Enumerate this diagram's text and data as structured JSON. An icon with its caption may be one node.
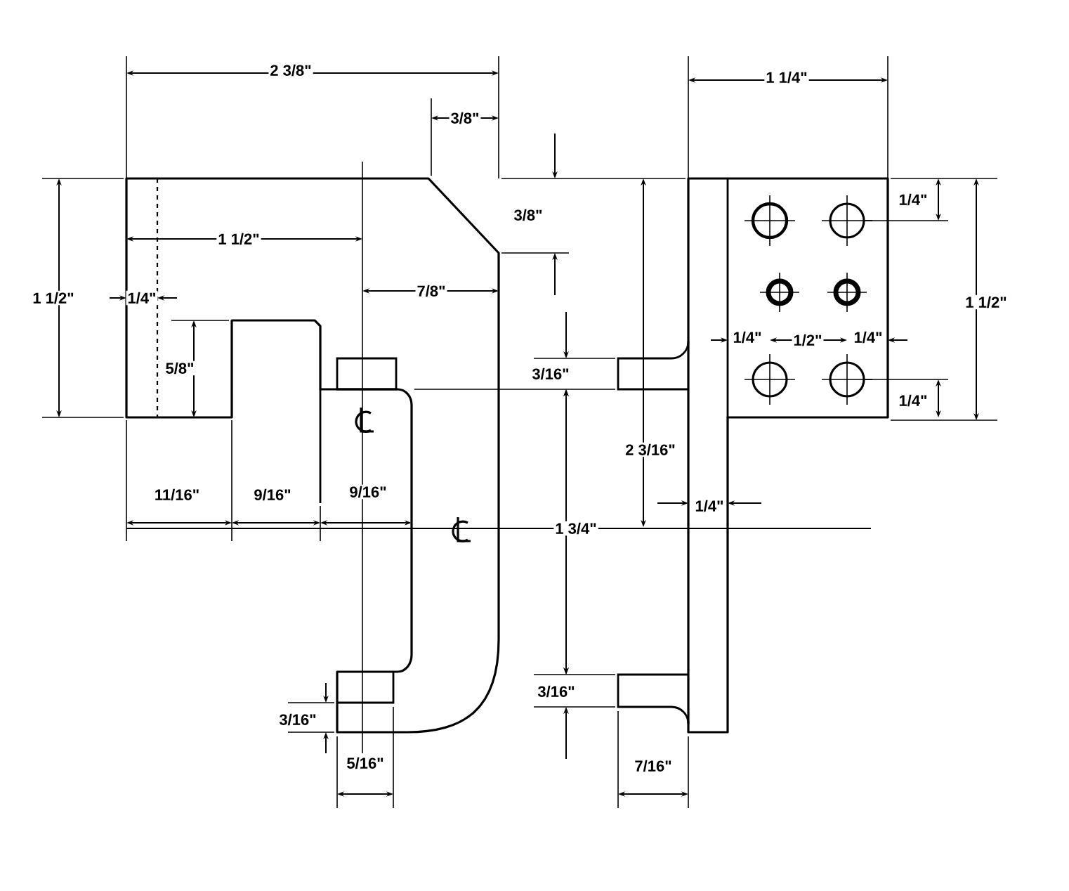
{
  "diagram": {
    "labels": [
      "2 3/8\"",
      "1 1/4\"",
      "3/8\"",
      "1 1/2\"",
      "3/8\"",
      "1/4\"",
      "1 1/2\"",
      "1/4\"",
      "7/8\"",
      "1 1/2\"",
      "5/8\"",
      "1/4\"",
      "1/2\"",
      "1/4\"",
      "3/16\"",
      "1/4\"",
      "2 3/16\"",
      "11/16\"",
      "9/16\"",
      "9/16\"",
      "1 3/4\"",
      "1/4\"",
      "3/16\"",
      "3/16\"",
      "5/16\"",
      "7/16\""
    ]
  }
}
